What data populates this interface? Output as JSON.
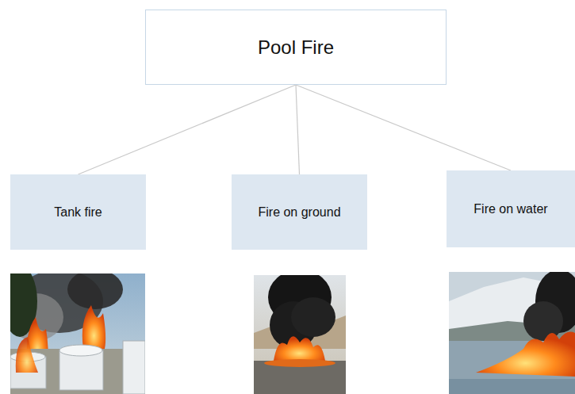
{
  "diagram": {
    "nodes": [
      {
        "text": [
          "Pool Fire"
        ]
      },
      {
        "text": [
          "Tank fire"
        ]
      },
      {
        "text": [
          "Fire on ground"
        ]
      },
      {
        "text": [
          "Fire on water"
        ]
      }
    ],
    "edges": [
      {
        "from": 0,
        "to": 1,
        "arrow": "none"
      },
      {
        "from": 0,
        "to": 2,
        "arrow": "none"
      },
      {
        "from": 0,
        "to": 3,
        "arrow": "none"
      }
    ]
  }
}
